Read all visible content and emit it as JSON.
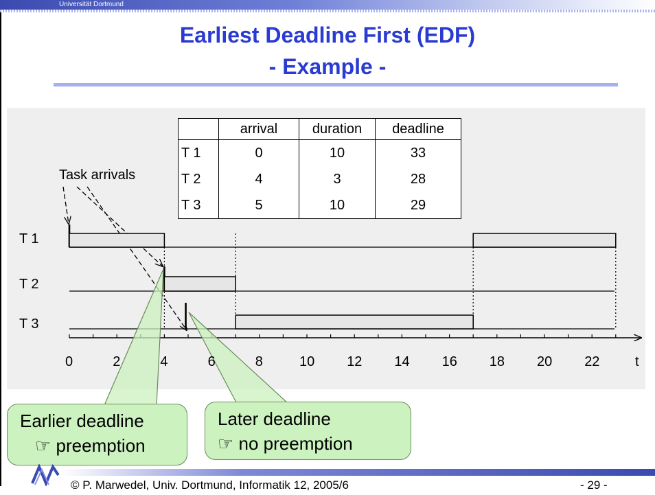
{
  "header": {
    "university": "Universität Dortmund"
  },
  "title": {
    "line1": "Earliest Deadline First (EDF)",
    "line2": "- Example -"
  },
  "table": {
    "headers": [
      "",
      "arrival",
      "duration",
      "deadline"
    ],
    "rows": [
      {
        "task": "T 1",
        "arrival": "0",
        "duration": "10",
        "deadline": "33"
      },
      {
        "task": "T 2",
        "arrival": "4",
        "duration": "3",
        "deadline": "28"
      },
      {
        "task": "T 3",
        "arrival": "5",
        "duration": "10",
        "deadline": "29"
      }
    ]
  },
  "diagram": {
    "task_arrivals_label": "Task arrivals",
    "task_labels": [
      "T 1",
      "T 2",
      "T 3"
    ],
    "axis_label": "t",
    "axis_ticks": [
      "0",
      "2",
      "4",
      "6",
      "8",
      "10",
      "12",
      "14",
      "16",
      "18",
      "20",
      "22"
    ],
    "execution": [
      {
        "task": "T 1",
        "start": 0,
        "end": 4
      },
      {
        "task": "T 2",
        "start": 4,
        "end": 7
      },
      {
        "task": "T 3",
        "start": 7,
        "end": 17
      },
      {
        "task": "T 1",
        "start": 17,
        "end": 23
      }
    ],
    "arrivals": [
      0,
      4,
      5
    ],
    "block_fill": "#e6e6e6"
  },
  "callouts": {
    "left": {
      "line1": "Earlier deadline",
      "line2": "☞ preemption"
    },
    "right": {
      "line1": "Later deadline",
      "line2": "☞ no preemption"
    },
    "fill": "#ccf2bf"
  },
  "footer": {
    "copyright": "© P. Marwedel, Univ. Dortmund, Informatik 12, 2005/6",
    "page": "- 29 -"
  }
}
